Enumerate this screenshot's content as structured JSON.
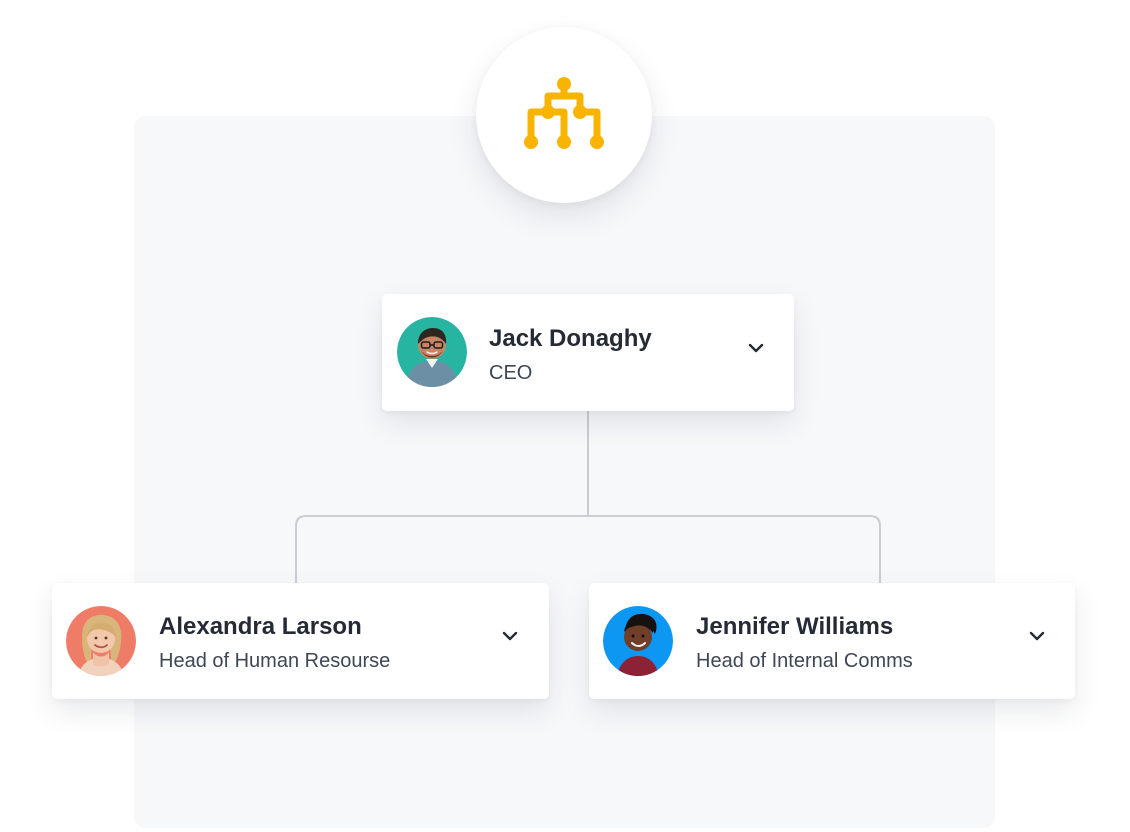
{
  "icons": {
    "org_chart_icon": "org-chart-icon",
    "expand_icon": "chevron-down-icon"
  },
  "colors": {
    "org_icon": "#f8b400",
    "panel_background": "#f7f8fa",
    "connector": "#c9cdd4",
    "ceo_avatar_background": "#27b4a1",
    "hr_avatar_background": "#ef7c67",
    "comms_avatar_background": "#0c97f2"
  },
  "people": [
    {
      "name": "Jack Donaghy",
      "role": "CEO",
      "icon": "avatar"
    },
    {
      "name": "Alexandra Larson",
      "role": "Head of Human Resourse",
      "icon": "avatar"
    },
    {
      "name": "Jennifer Williams",
      "role": "Head of Internal Comms",
      "icon": "avatar"
    }
  ]
}
